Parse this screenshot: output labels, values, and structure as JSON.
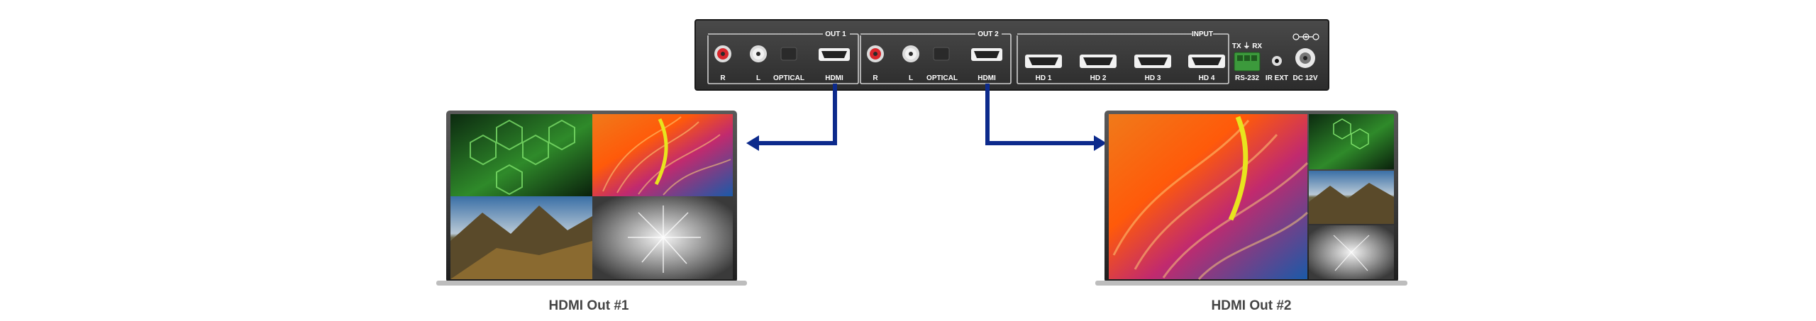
{
  "device": {
    "out1_title": "OUT 1",
    "out2_title": "OUT 2",
    "input_title": "INPUT",
    "out1": {
      "r": "R",
      "l": "L",
      "optical": "OPTICAL",
      "hdmi": "HDMI"
    },
    "out2": {
      "r": "R",
      "l": "L",
      "optical": "OPTICAL",
      "hdmi": "HDMI"
    },
    "inputs": [
      "HD 1",
      "HD 2",
      "HD 3",
      "HD 4"
    ],
    "rs232_top": "TX ⏚ RX",
    "rs232": "RS-232",
    "ir_ext": "IR EXT",
    "dc": "DC 12V"
  },
  "captions": {
    "tv1": "HDMI Out #1",
    "tv2": "HDMI Out #2"
  },
  "colors": {
    "device_body": "#3a3a3a",
    "cable": "#0c2a8c",
    "rca_red": "#d8262c",
    "rca_white": "#e8e8e8",
    "terminal_green": "#3c9a3c"
  }
}
